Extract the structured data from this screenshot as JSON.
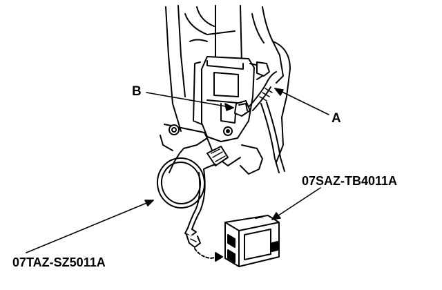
{
  "callouts": {
    "b": "B",
    "a": "A",
    "module_part": "07SAZ-TB4011A",
    "harness_part": "07TAZ-SZ5011A"
  },
  "colors": {
    "line": "#000000",
    "background": "#ffffff"
  }
}
